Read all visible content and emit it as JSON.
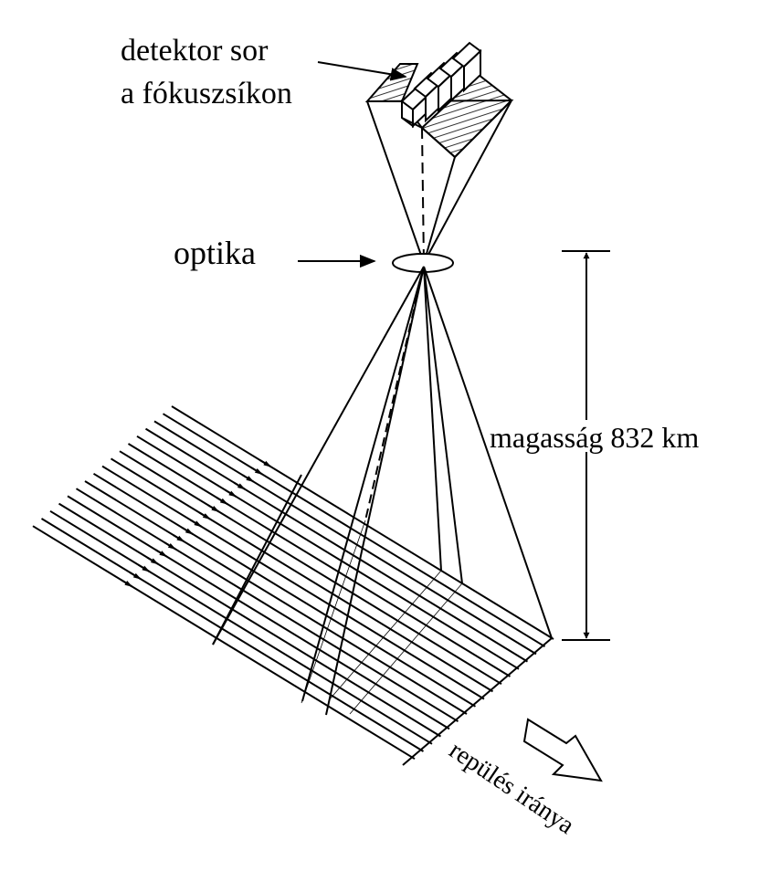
{
  "labels": {
    "detector_line1": "detektor sor",
    "detector_line2": "a fókuszsíkon",
    "optics": "optika",
    "altitude": "magasság 832 km",
    "flight_direction": "repülés iránya"
  },
  "colors": {
    "ink": "#000000",
    "background": "#ffffff"
  }
}
